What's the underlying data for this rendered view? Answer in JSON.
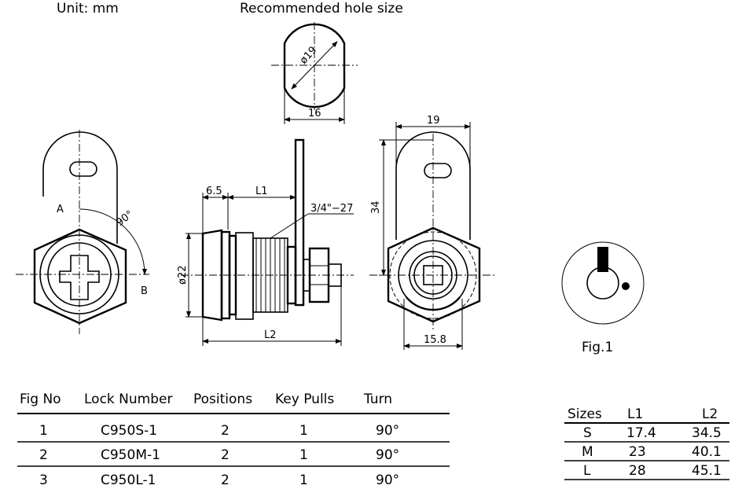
{
  "header": {
    "unit": "Unit:  mm",
    "hole_title": "Recommended  hole  size"
  },
  "hole": {
    "diameter": "ø19",
    "width": "16"
  },
  "dims": {
    "d_65": "6.5",
    "d_L1": "L1",
    "d_thread": "3/4\"−27",
    "d_22": "ø22",
    "d_L2": "L2",
    "d_19": "19",
    "d_34": "34",
    "d_158": "15.8"
  },
  "front": {
    "label_a": "A",
    "label_b": "B",
    "angle": "90°"
  },
  "fig1": {
    "caption": "Fig.1"
  },
  "main_table": {
    "headers": [
      "Fig No",
      "Lock Number",
      "Positions",
      "Key Pulls",
      "Turn"
    ],
    "rows": [
      [
        "1",
        "C950S-1",
        "2",
        "1",
        "90°"
      ],
      [
        "2",
        "C950M-1",
        "2",
        "1",
        "90°"
      ],
      [
        "3",
        "C950L-1",
        "2",
        "1",
        "90°"
      ]
    ]
  },
  "sizes_table": {
    "headers": [
      "Sizes",
      "L1",
      "L2"
    ],
    "rows": [
      [
        "S",
        "17.4",
        "34.5"
      ],
      [
        "M",
        "23",
        "40.1"
      ],
      [
        "L",
        "28",
        "45.1"
      ]
    ]
  }
}
